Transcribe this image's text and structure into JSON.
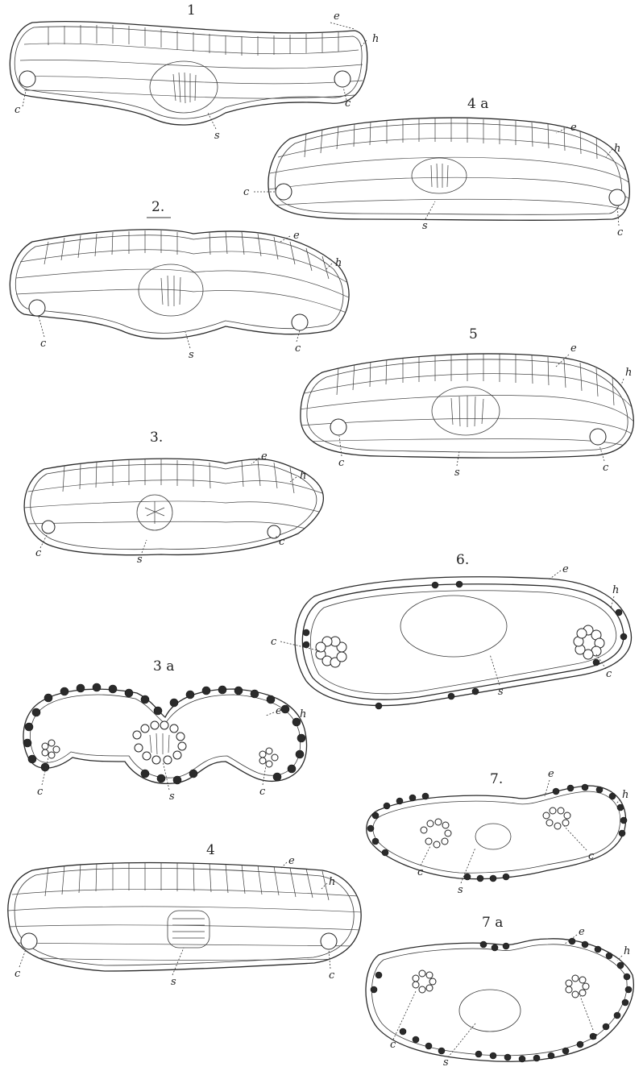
{
  "plate": {
    "figure_labels": {
      "f1": "1",
      "f2": "2.",
      "f3": "3.",
      "f3a": "3 a",
      "f4": "4",
      "f4a": "4 a",
      "f5": "5",
      "f6": "6.",
      "f7": "7.",
      "f7a": "7 a"
    },
    "part_letters": {
      "c": "c",
      "e": "e",
      "h": "h",
      "s": "s"
    }
  }
}
